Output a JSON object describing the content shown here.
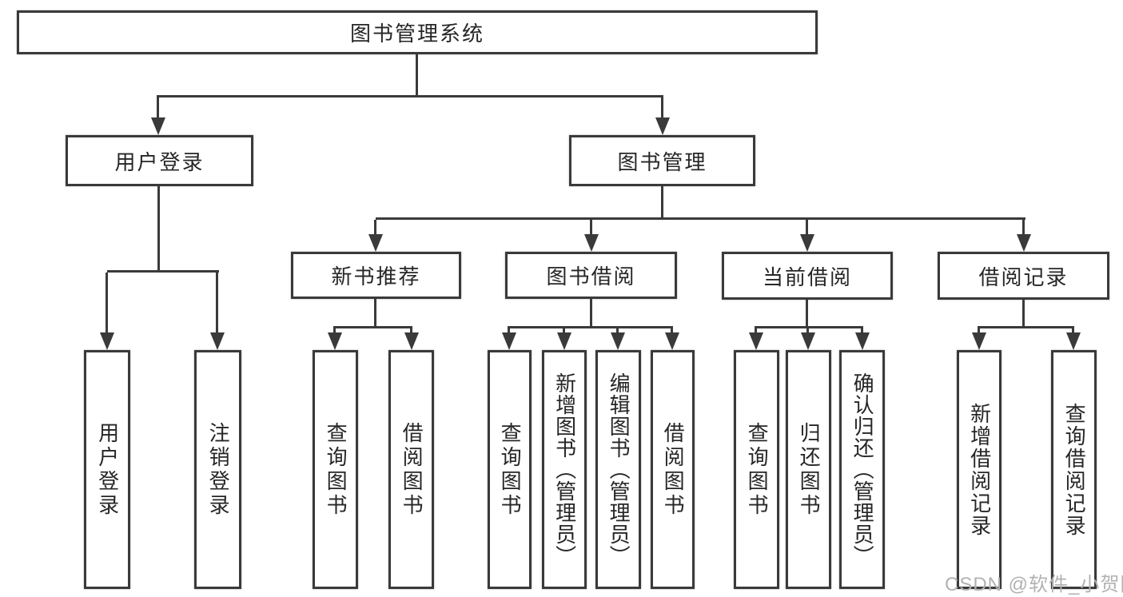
{
  "colors": {
    "line": "#3a3a3a",
    "text": "#262626",
    "background": "#ffffff",
    "watermark": "#b2b2b2"
  },
  "diagram": {
    "root": {
      "label": "图书管理系统"
    },
    "level2": [
      {
        "label": "用户登录",
        "children": [
          {
            "label": "用户登录"
          },
          {
            "label": "注销登录"
          }
        ]
      },
      {
        "label": "图书管理",
        "children": [
          {
            "label": "新书推荐",
            "children": [
              {
                "label": "查询图书"
              },
              {
                "label": "借阅图书"
              }
            ]
          },
          {
            "label": "图书借阅",
            "children": [
              {
                "label": "查询图书"
              },
              {
                "label": "新增图书（管理员）"
              },
              {
                "label": "编辑图书（管理员）"
              },
              {
                "label": "借阅图书"
              }
            ]
          },
          {
            "label": "当前借阅",
            "children": [
              {
                "label": "查询图书"
              },
              {
                "label": "归还图书"
              },
              {
                "label": "确认归还（管理员）"
              }
            ]
          },
          {
            "label": "借阅记录",
            "children": [
              {
                "label": "新增借阅记录"
              },
              {
                "label": "查询借阅记录"
              }
            ]
          }
        ]
      }
    ]
  },
  "watermark": {
    "text": "CSDN @软件_小贺同学"
  }
}
